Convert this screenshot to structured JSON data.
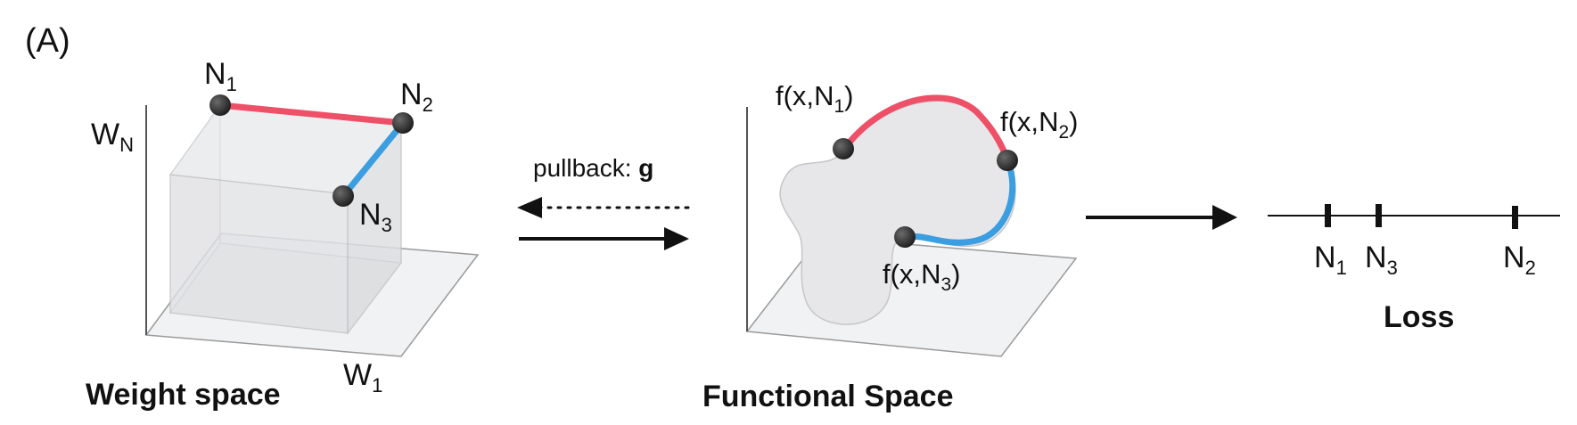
{
  "panel_label": "(A)",
  "weight_space": {
    "title": "Weight space",
    "axis_vertical": {
      "main": "W",
      "sub": "N"
    },
    "axis_horizontal": {
      "main": "W",
      "sub": "1"
    },
    "nodes": [
      {
        "main": "N",
        "sub": "1"
      },
      {
        "main": "N",
        "sub": "2"
      },
      {
        "main": "N",
        "sub": "3"
      }
    ]
  },
  "arrows": {
    "pullback_label": "pullback: ",
    "pullback_symbol": "g"
  },
  "functional_space": {
    "title": "Functional Space",
    "nodes": [
      {
        "prefix": "f(x,",
        "main": "N",
        "sub": "1",
        "suffix": ")"
      },
      {
        "prefix": "f(x,",
        "main": "N",
        "sub": "2",
        "suffix": ")"
      },
      {
        "prefix": "f(x,",
        "main": "N",
        "sub": "3",
        "suffix": ")"
      }
    ]
  },
  "loss": {
    "title": "Loss",
    "ticks": [
      {
        "main": "N",
        "sub": "1"
      },
      {
        "main": "N",
        "sub": "3"
      },
      {
        "main": "N",
        "sub": "2"
      }
    ]
  },
  "colors": {
    "red_edge": "#ee5068",
    "blue_edge": "#3a9ee0",
    "node": "#2a2a2a",
    "axis": "#555555",
    "plane": "#f1f2f4",
    "cube": "#e4e5e8",
    "blob": "#e7e7ea"
  }
}
